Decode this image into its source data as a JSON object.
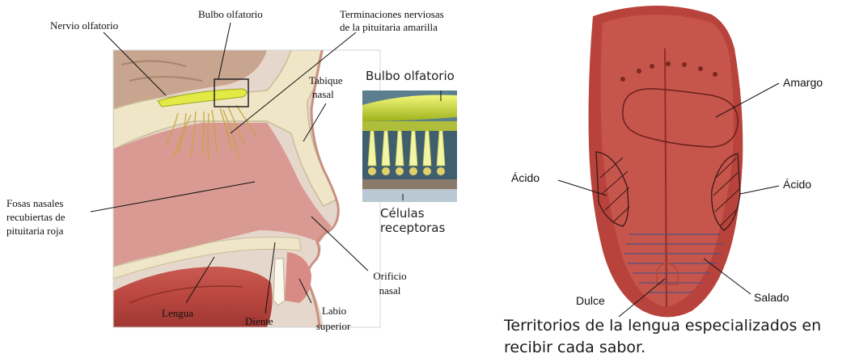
{
  "nose_diagram": {
    "labels": {
      "nervio_olfatorio": "Nervio olfatorio",
      "bulbo_olfatorio": "Bulbo olfatorio",
      "terminaciones_1": "Terminaciones nerviosas",
      "terminaciones_2": "de la pituitaria amarilla",
      "tabique_1": "Tabique",
      "tabique_2": "nasal",
      "fosas_1": "Fosas nasales",
      "fosas_2": "recubiertas de",
      "fosas_3": "pituitaria roja",
      "lengua": "Lengua",
      "diente": "Diente",
      "labio_1": "Labio",
      "labio_2": "superior",
      "orificio_1": "Orificio",
      "orificio_2": "nasal"
    },
    "inset": {
      "title": "Bulbo olfatorio",
      "cells_1": "Células",
      "cells_2": "receptoras"
    }
  },
  "tongue_diagram": {
    "labels": {
      "amargo": "Amargo",
      "acido_left": "Ácido",
      "acido_right": "Ácido",
      "salado": "Salado",
      "dulce": "Dulce"
    },
    "caption_1": "Territorios de la lengua especializados en",
    "caption_2": "recibir cada sabor."
  },
  "colors": {
    "skin": "#e9b3a6",
    "nasal_cavity": "#d99a93",
    "bone": "#efe6c8",
    "brain": "#c9a58e",
    "olfactory_yellow": "#d8e23a",
    "tongue_red": "#b8433c",
    "inset_bg": "#3f5f6f"
  }
}
